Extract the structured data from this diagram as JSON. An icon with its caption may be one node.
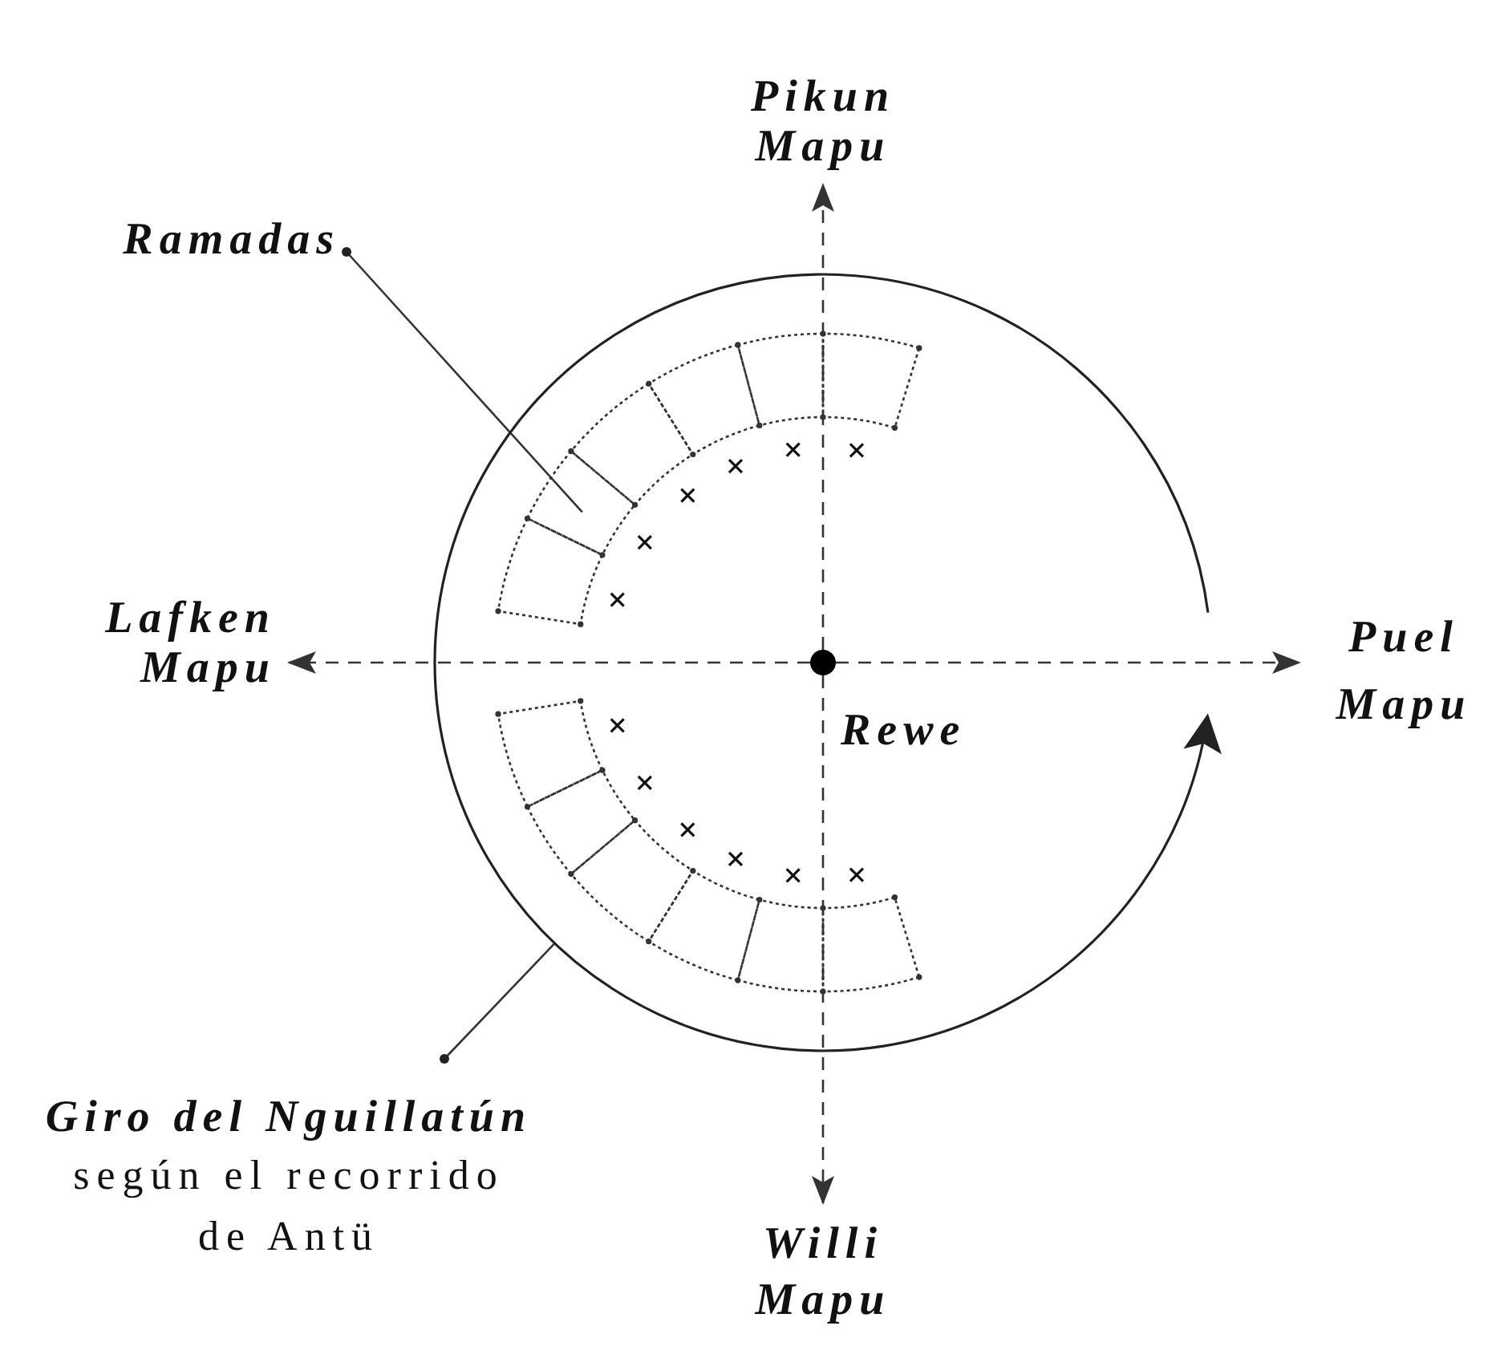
{
  "diagram": {
    "nodes": [
      {
        "text": [],
        "shape": "circle",
        "beside": [
          "Rewe"
        ],
        "in": 8
      },
      {
        "text": [
          "Pikun Mapu"
        ]
      },
      {
        "text": [
          "Lafken Mapu"
        ]
      },
      {
        "text": [
          "Puel Mapu"
        ]
      },
      {
        "text": [
          "Willi Mapu"
        ]
      },
      {
        "text": [
          "Ramadas"
        ]
      },
      {
        "text": [],
        "shape": "box",
        "in": 8
      },
      {
        "text": [
          "Giro del Nguillatún",
          "según el recorrido de Antü"
        ]
      },
      {
        "text": [],
        "shape": "circle"
      }
    ],
    "edges": [
      {
        "from": 0,
        "to": 1,
        "arrow": "to",
        "style": "dashed"
      },
      {
        "from": 0,
        "to": 2,
        "arrow": "to",
        "style": "dashed"
      },
      {
        "from": 0,
        "to": 3,
        "arrow": "to",
        "style": "dashed"
      },
      {
        "from": 0,
        "to": 4,
        "arrow": "to",
        "style": "dashed"
      },
      {
        "from": 5,
        "to": 6,
        "arrow": "other"
      },
      {
        "from": 7,
        "to": 8,
        "arrow": "other"
      }
    ]
  }
}
